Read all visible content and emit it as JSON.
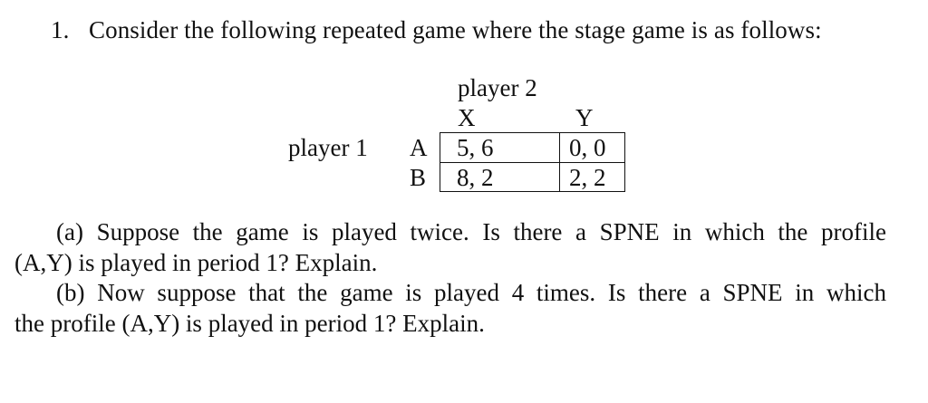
{
  "problem": {
    "number": "1.",
    "intro": "Consider the following repeated game where the stage game is as follows:"
  },
  "game_table": {
    "column_player_label": "player 2",
    "row_player_label": "player 1",
    "column_strategies": [
      "X",
      "Y"
    ],
    "row_strategies": [
      "A",
      "B"
    ],
    "payoffs": [
      [
        "5, 6",
        "0, 0"
      ],
      [
        "8, 2",
        "2, 2"
      ]
    ]
  },
  "questions": [
    {
      "label": "(a)",
      "line1": "(a) Suppose the game is played twice. Is there a SPNE in which the profile",
      "line2": "(A,Y) is played in period 1? Explain."
    },
    {
      "label": "(b)",
      "line1": "(b) Now suppose that the game is played 4 times. Is there a SPNE in which",
      "line2": "the profile (A,Y) is played in period 1? Explain."
    }
  ]
}
